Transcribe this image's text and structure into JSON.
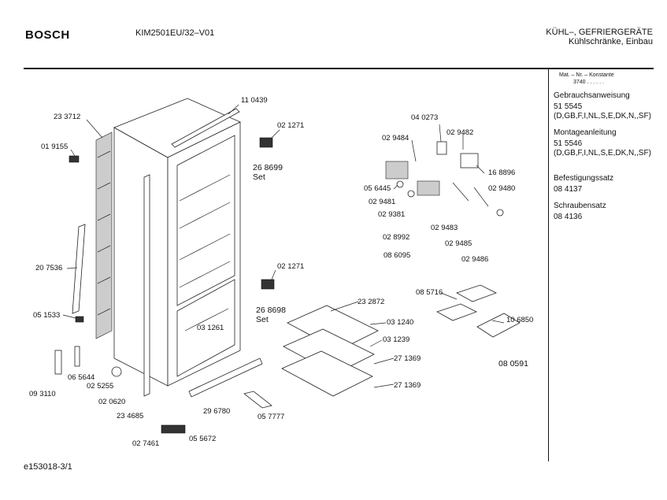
{
  "header": {
    "brand": "BOSCH",
    "model": "KIM2501EU/32–V01",
    "category_line1": "KÜHL–, GEFRIERGERÄTE",
    "category_line2": "Kühlschränke, Einbau"
  },
  "sidebar": {
    "mat_nr_label": "Mat. – Nr. – Konstante",
    "mat_nr_value": "3740 . . . . . .",
    "items": [
      {
        "title": "Gebrauchsanweisung",
        "number": "51 5545",
        "note": "(D,GB,F,I,NL,S,E,DK,N,,SF)"
      },
      {
        "title": "Montageanleitung",
        "number": "51 5546",
        "note": "(D,GB,F,I,NL,S,E,DK,N,,SF)"
      },
      {
        "title": "Befestigungssatz",
        "number": "08 4137"
      },
      {
        "title": "Schraubensatz",
        "number": "08 4136"
      }
    ]
  },
  "parts": [
    "23 3712",
    "01 9155",
    "11 0439",
    "02 1271",
    "26 8699",
    "Set",
    "20 7536",
    "05 1533",
    "09 3110",
    "06 5644",
    "02 5255",
    "02 0620",
    "23 4685",
    "02 7461",
    "05 5672",
    "29 6780",
    "05 7777",
    "03 1261",
    "02 1271",
    "26 8698",
    "Set",
    "23 2872",
    "03 1240",
    "03 1239",
    "27 1369",
    "27 1369",
    "04 0273",
    "02 9482",
    "02 9484",
    "16 8896",
    "05 6445",
    "02 9480",
    "02 9481",
    "02 9381",
    "02 9483",
    "02 8992",
    "02 9485",
    "08 6095",
    "02 9486",
    "08 5716",
    "10 6850",
    "08 0591"
  ],
  "footer": {
    "drawing_id": "e153018-3/1"
  }
}
